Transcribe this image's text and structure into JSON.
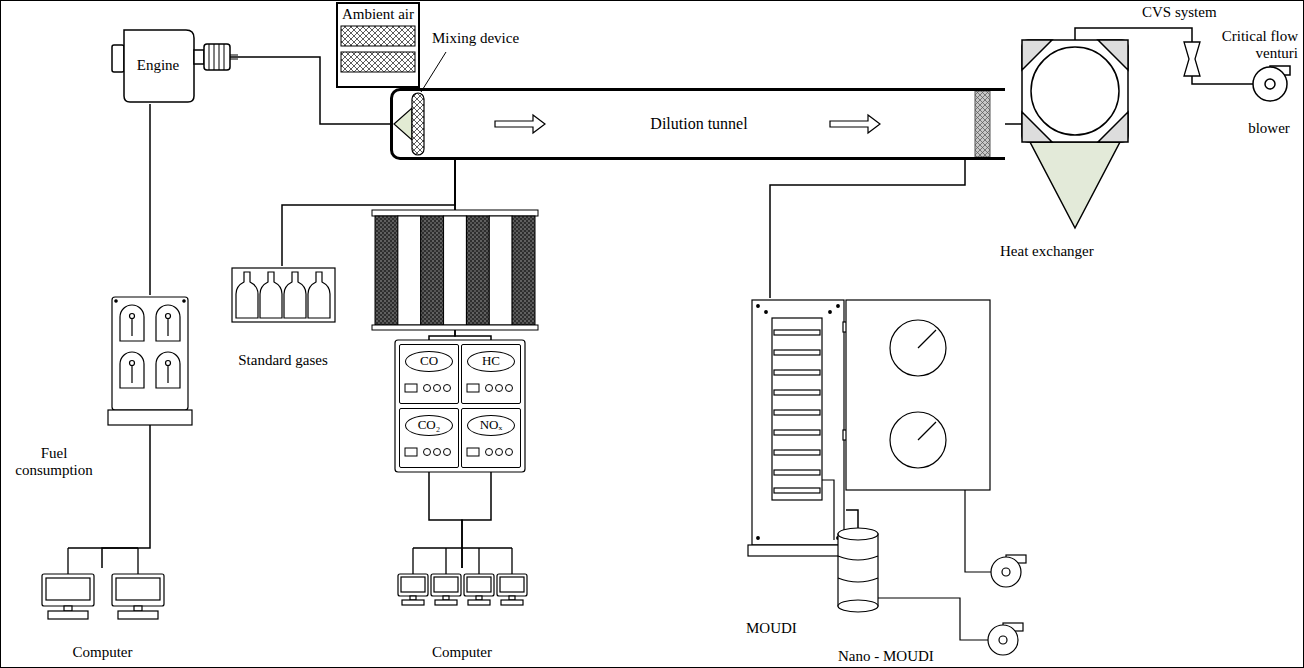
{
  "diagram": {
    "nodes": [
      {
        "text": [
          "Engine"
        ]
      },
      {
        "text": [
          "Ambient air"
        ]
      },
      {
        "text": [
          "Dilution tunnel"
        ]
      },
      {
        "text": [
          "CVS system"
        ]
      },
      {
        "text": [
          "blower"
        ]
      },
      {
        "text": [
          "Standard gases"
        ]
      },
      {
        "text": [
          "CO"
        ]
      },
      {
        "text": [
          "HC"
        ]
      },
      {
        "text": [
          "CO₂"
        ]
      },
      {
        "text": [
          "NOₓ"
        ]
      },
      {
        "text": [
          "Fuel consumption"
        ]
      },
      {
        "text": [
          "Computer"
        ]
      },
      {
        "text": [
          "Computer"
        ]
      },
      {
        "text": [
          "MOUDI"
        ]
      },
      {
        "text": [
          "Nano - MOUDI"
        ]
      }
    ],
    "edges": [
      {
        "from": 0,
        "to": 2,
        "arrow": "none"
      },
      {
        "from": 2,
        "to": 3,
        "arrow": "none"
      },
      {
        "from": 3,
        "to": 4,
        "arrow": "none"
      },
      {
        "from": 2,
        "to": 5,
        "arrow": "none"
      },
      {
        "from": 2,
        "to": 6,
        "arrow": "none"
      },
      {
        "from": 2,
        "to": 7,
        "arrow": "none"
      },
      {
        "from": 8,
        "to": 12,
        "arrow": "none"
      },
      {
        "from": 9,
        "to": 12,
        "arrow": "none"
      },
      {
        "from": 0,
        "to": 10,
        "arrow": "none"
      },
      {
        "from": 10,
        "to": 11,
        "arrow": "none"
      },
      {
        "from": 2,
        "to": 13,
        "arrow": "none"
      },
      {
        "from": 13,
        "to": 14,
        "arrow": "none"
      }
    ],
    "labels": [
      "Mixing device",
      "Critical flow venturi",
      "Heat exchanger"
    ]
  }
}
